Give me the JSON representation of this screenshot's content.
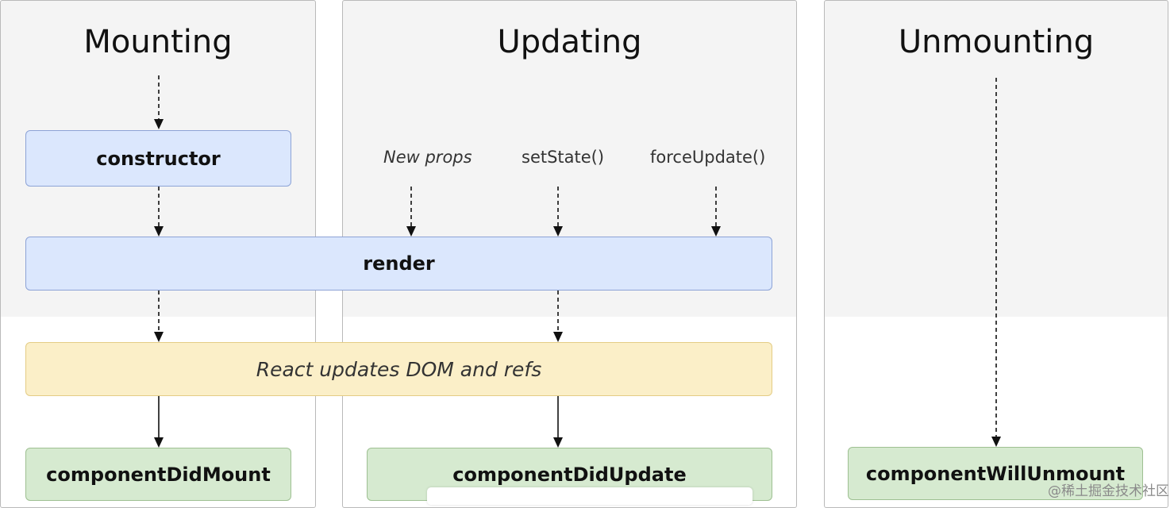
{
  "columns": {
    "mounting": "Mounting",
    "updating": "Updating",
    "unmounting": "Unmounting"
  },
  "boxes": {
    "constructor": "constructor",
    "render": "render",
    "react_updates": "React updates DOM and refs",
    "did_mount": "componentDidMount",
    "did_update": "componentDidUpdate",
    "will_unmount": "componentWillUnmount"
  },
  "triggers": {
    "new_props": "New props",
    "set_state": "setState()",
    "force_update": "forceUpdate()"
  },
  "watermark": "@稀土掘金技术社区",
  "colors": {
    "blue_fill": "#dbe7fd",
    "yellow_fill": "#fbefc8",
    "green_fill": "#d6ead0",
    "panel_gray": "#f4f4f4"
  }
}
